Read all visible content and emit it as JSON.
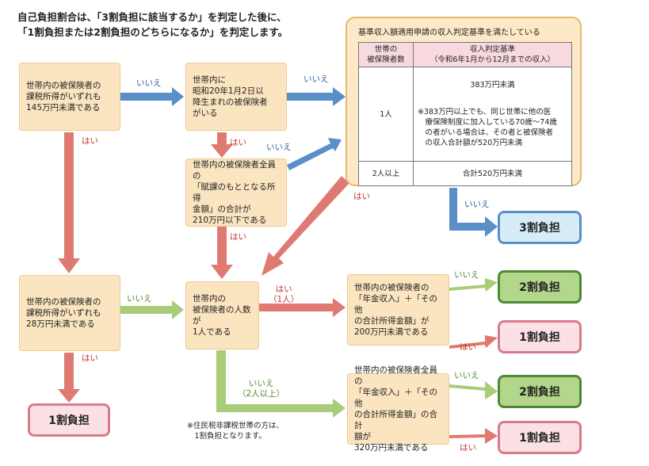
{
  "intro": {
    "line1": "自己負担割合は、「3割負担に該当するか」を判定した後に、",
    "line2": "「1割負担または2割負担のどちらになるか」を判定します。"
  },
  "boxes": {
    "b1": "世帯内の被保険者の\n課税所得がいずれも\n145万円未満である",
    "b2": "世帯内に\n昭和20年1月2日以\n降生まれの被保険者\nがいる",
    "b3": "世帯内の被保険者全員の\n「賦課のもととなる所得\n金額」の合計が\n210万円以下である",
    "b4": "世帯内の被保険者の\n課税所得がいずれも\n28万円未満である",
    "b5": "世帯内の\n被保険者の人数が\n1人である",
    "b6": "世帯内の被保険者の\n「年金収入」＋「その他\nの合計所得金額」が\n200万円未満である",
    "b7": "世帯内の被保険者全員の\n「年金収入」＋「その他\nの合計所得金額」の合計\n額が\n320万円未満である"
  },
  "panel": {
    "title": "基準収入額適用申請の収入判定基準を満たしている",
    "col1_header": "世帯の\n被保険者数",
    "col2_header": "収入判定基準\n（令和6年1月から12月までの収入）",
    "row1_count": "1人",
    "row1_main": "383万円未満",
    "row1_note": "※383万円以上でも、同じ世帯に他の医\n　療保険制度に加入している70歳～74歳\n　の者がいる場合は、その者と被保険者\n　の収入合計額が520万円未満",
    "row2_count": "2人以上",
    "row2_main": "合計520万円未満"
  },
  "results": {
    "r3": "3割負担",
    "r2a": "2割負担",
    "r1a": "1割負担",
    "r2b": "2割負担",
    "r1b": "1割負担",
    "r1c": "1割負担"
  },
  "labels": {
    "no": "いいえ",
    "yes": "はい",
    "yes_one": "はい\n（1人）",
    "no_two": "いいえ\n（2人以上）"
  },
  "note": "※住民税非課税世帯の方は、\n　1割負担となります。",
  "colors": {
    "blue_arrow": "#5b8fc7",
    "red_arrow": "#df7a72",
    "green_arrow": "#a9cc78",
    "box_fill": "#fbe5c0"
  }
}
